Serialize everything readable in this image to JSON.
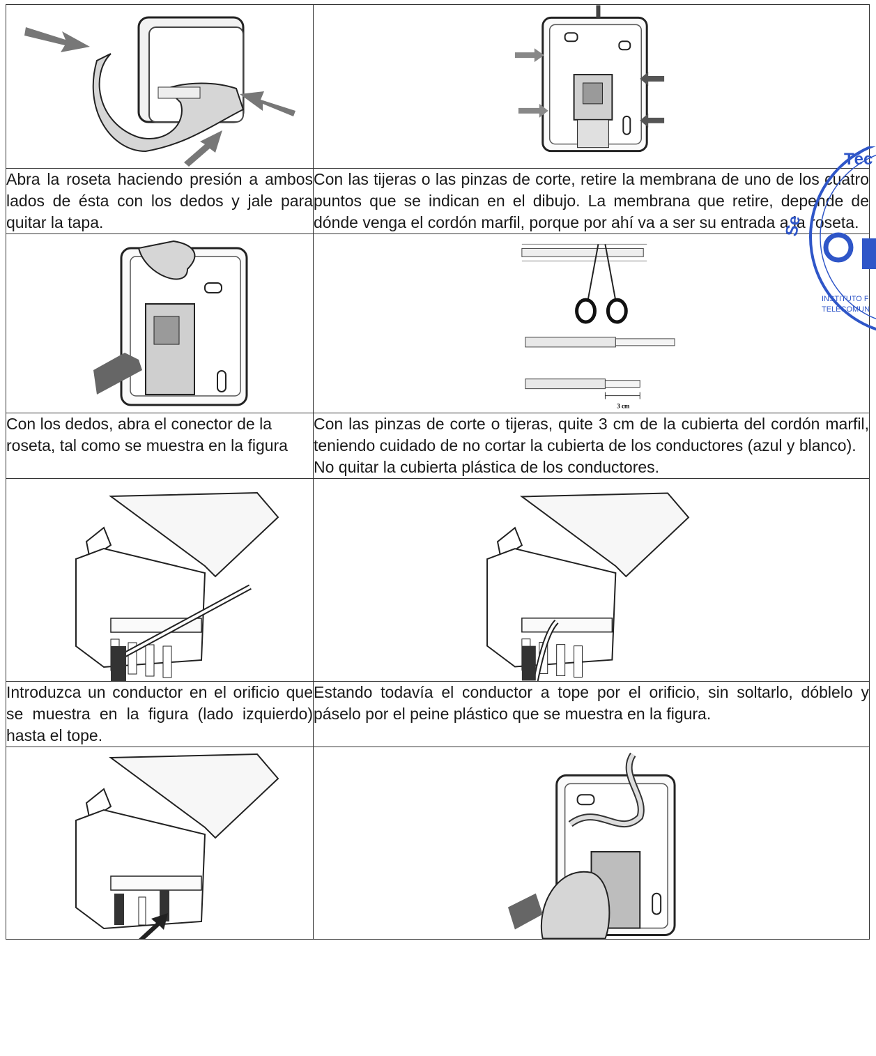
{
  "steps": [
    {
      "text": "Abra la roseta haciendo presión a ambos lados de ésta con los dedos y jale para quitar la tapa."
    },
    {
      "text": "Con las tijeras o las pinzas de corte, retire la membrana de uno de los cuatro puntos que se indican en el dibujo. La membrana que retire, depende de dónde venga el cordón marfil, porque por ahí va a ser su entrada a la roseta."
    },
    {
      "text": "Con los dedos, abra el conector de la roseta, tal como se muestra en la figura"
    },
    {
      "text": "Con las pinzas de corte o tijeras, quite 3 cm de la cubierta del cordón marfil, teniendo cuidado de no cortar la cubierta de los conductores (azul y blanco).",
      "note": "No quitar la cubierta plástica de los conductores."
    },
    {
      "text": "Introduzca un conductor en el orificio que se muestra en la figura (lado izquierdo) hasta el tope."
    },
    {
      "text": "Estando todavía el conductor a tope por el orificio, sin soltarlo, dóblelo y páselo por el peine plástico que se muestra en la figura."
    }
  ],
  "figure_labels": {
    "measure": "3 cm"
  },
  "stamp": {
    "top_text": "Téc",
    "side_text": "Se",
    "inst_line1": "INSTITUTO F",
    "inst_line2": "TELECOMUN"
  }
}
